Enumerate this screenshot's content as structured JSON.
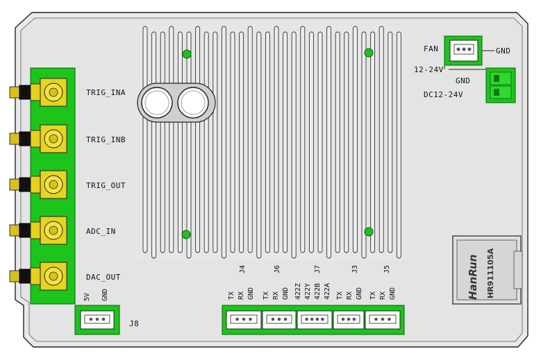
{
  "left_connectors": [
    {
      "label": "TRIG_INA"
    },
    {
      "label": "TRIG_INB"
    },
    {
      "label": "TRIG_OUT"
    },
    {
      "label": "ADC_IN"
    },
    {
      "label": "DAC_OUT"
    }
  ],
  "power": {
    "fan_label": "FAN",
    "fan_gnd_label": "GND",
    "fan_voltage_label": "12-24V",
    "gnd_label": "GND",
    "dc_label": "DC12-24V"
  },
  "j8": {
    "name": "J8",
    "pins": [
      "5V",
      "GND"
    ]
  },
  "bottom_headers": [
    {
      "name": "J4",
      "pins": [
        "TX",
        "RX",
        "GND"
      ]
    },
    {
      "name": "J6",
      "pins": [
        "TX",
        "RX",
        "GND"
      ]
    },
    {
      "name": "J7",
      "pins": [
        "422Z",
        "422Y",
        "422B",
        "422A"
      ]
    },
    {
      "name": "J3",
      "pins": [
        "TX",
        "RX",
        "GND"
      ]
    },
    {
      "name": "J5",
      "pins": [
        "TX",
        "RX",
        "GND"
      ]
    }
  ],
  "ethernet": {
    "brand": "HanRun",
    "part": "HR911105A"
  },
  "colors": {
    "case": "#e4e4e4",
    "pcb_green": "#19c219",
    "gold": "#e6d21e",
    "outline": "#222222"
  }
}
